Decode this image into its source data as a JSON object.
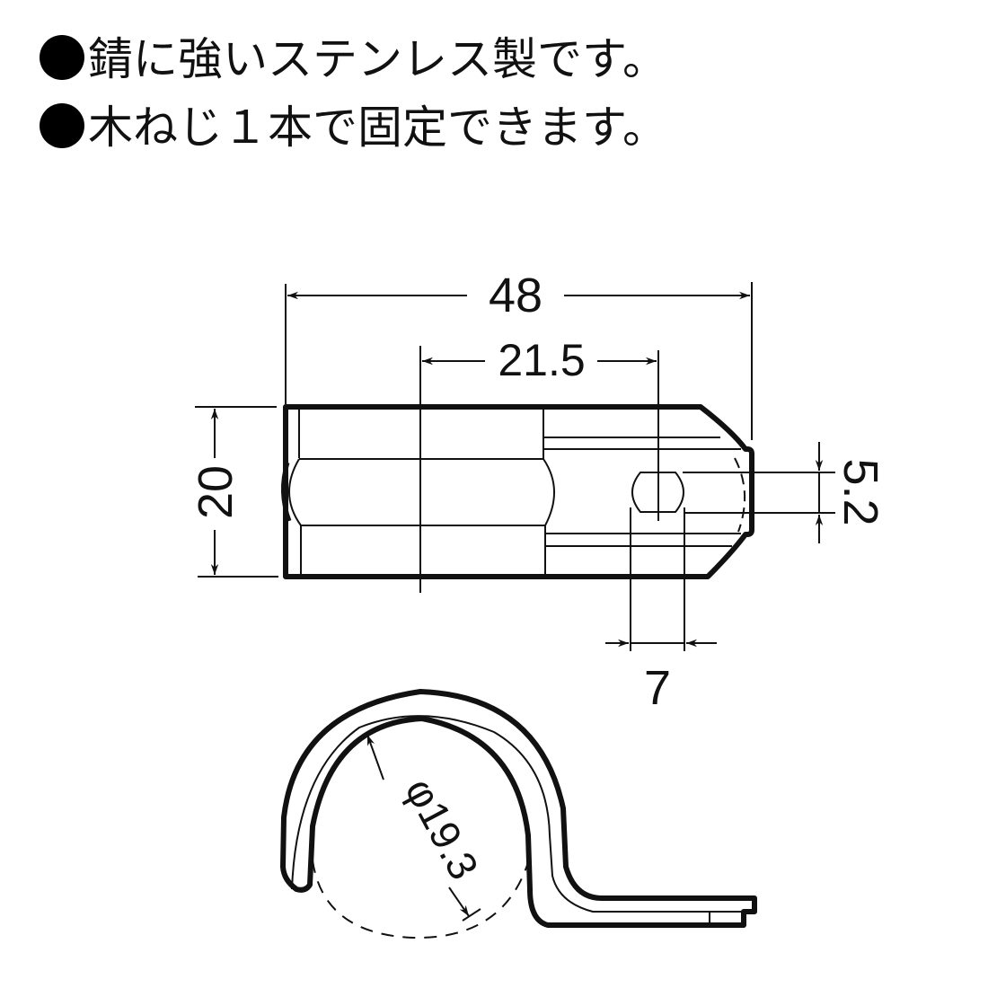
{
  "features": [
    {
      "bullet": "●",
      "text": "錆に強いステンレス製です。"
    },
    {
      "bullet": "●",
      "text": "木ねじ１本で固定できます。"
    }
  ],
  "drawing": {
    "top_view": {
      "dim_overall_length": "48",
      "dim_hole_offset": "21.5",
      "dim_height": "20",
      "dim_slot_height": "5.2",
      "dim_slot_width": "7"
    },
    "side_view": {
      "dim_inner_diameter": "φ19.3"
    }
  },
  "colors": {
    "line": "#111111",
    "background": "#ffffff"
  }
}
